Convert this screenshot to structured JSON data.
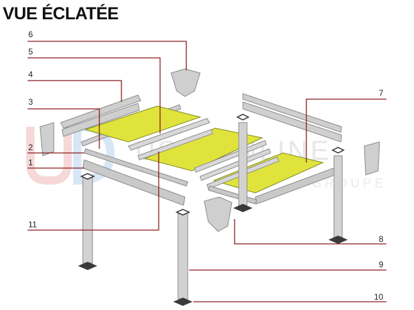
{
  "title": "VUE ÉCLATÉE",
  "watermark": {
    "name": "USINONLINE",
    "sub": "GROUPE"
  },
  "colors": {
    "leader": "#8a1c1c",
    "panel": "#e0e33c",
    "frame": "#c9c9c9",
    "frame_stroke": "#8a8a8a"
  },
  "callouts": [
    "1",
    "2",
    "3",
    "4",
    "5",
    "6",
    "7",
    "8",
    "9",
    "10",
    "11"
  ]
}
